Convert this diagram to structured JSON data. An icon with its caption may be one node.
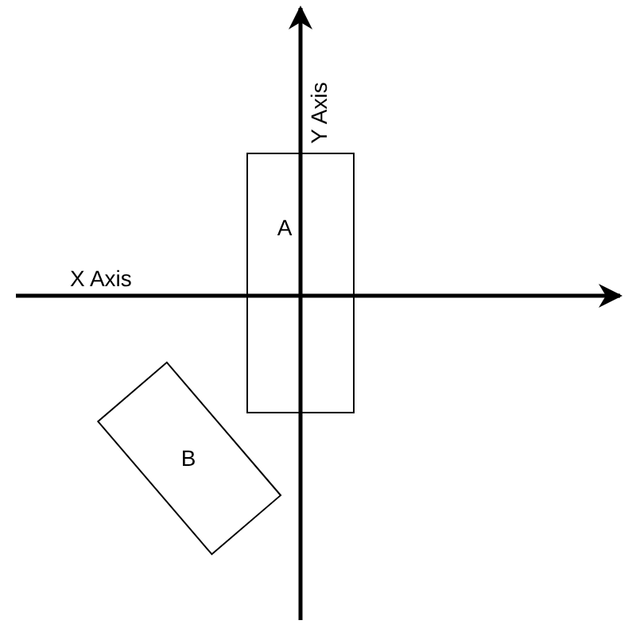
{
  "diagram": {
    "nodes": [
      {
        "text": [
          "A"
        ]
      },
      {
        "text": [
          "B"
        ]
      }
    ],
    "labels": [
      "X Axis",
      "Y Axis"
    ]
  }
}
